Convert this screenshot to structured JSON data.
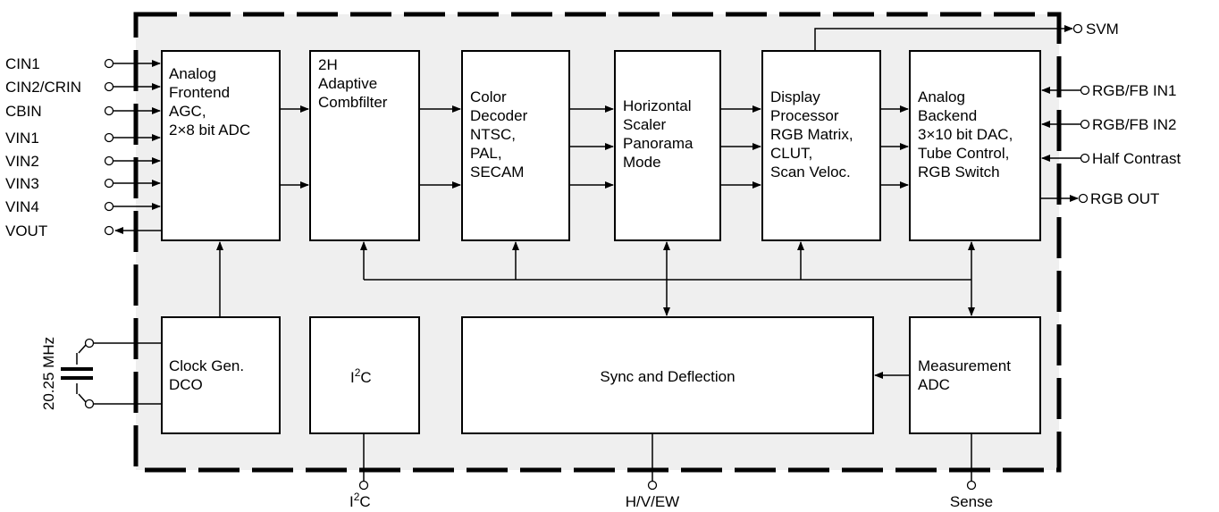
{
  "blocks": {
    "analog_frontend": [
      "Analog",
      "Frontend",
      "",
      "AGC,",
      "2×8 bit ADC"
    ],
    "combfilter": [
      "2H",
      "Adaptive",
      "Combfilter"
    ],
    "color_decoder": [
      "Color",
      "Decoder",
      "",
      "NTSC,",
      "PAL,",
      "SECAM"
    ],
    "horizontal_scaler": [
      "Horizontal",
      "Scaler",
      "",
      "Panorama",
      "Mode"
    ],
    "display_processor": [
      "Display",
      "Processor",
      "",
      "RGB Matrix,",
      "CLUT,",
      "Scan Veloc."
    ],
    "analog_backend": [
      "Analog",
      "Backend",
      "",
      "3×10 bit DAC,",
      "Tube Control,",
      "RGB Switch"
    ],
    "clock_gen": [
      "Clock Gen.",
      "DCO"
    ],
    "i2c": {
      "main": "I",
      "sup": "2",
      "tail": "C"
    },
    "sync_deflection": [
      "Sync and Deflection"
    ],
    "measurement_adc": [
      "Measurement",
      "ADC"
    ]
  },
  "left_pins": [
    "CIN1",
    "CIN2/CRIN",
    "CBIN",
    "VIN1",
    "VIN2",
    "VIN3",
    "VIN4",
    "VOUT"
  ],
  "right_pins": {
    "svm": "SVM",
    "rgb_fb_in1": "RGB/FB IN1",
    "rgb_fb_in2": "RGB/FB IN2",
    "half_contrast": "Half Contrast",
    "rgb_out": "RGB OUT"
  },
  "bottom_pins": {
    "i2c": {
      "main": "I",
      "sup": "2",
      "tail": "C"
    },
    "hvew": "H/V/EW",
    "sense": "Sense"
  },
  "crystal_label": "20.25 MHz"
}
